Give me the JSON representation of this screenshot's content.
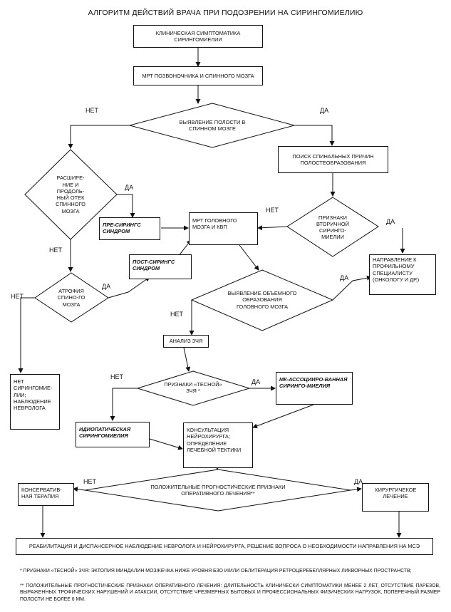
{
  "title": "АЛГОРИТМ ДЕЙСТВИЙ ВРАЧА ПРИ ПОДОЗРЕНИИ НА СИРИНГОМИЕЛИЮ",
  "nodes": {
    "clinical": "КЛИНИЧЕСКАЯ СИМПТОМАТИКА СИРИНГОМИЕЛИИ",
    "mri_spine": "МРТ ПОЗВОНОЧНИКА И СПИННОГО МОЗГА",
    "cavity": "ВЫЯВЛЕНИЕ ПОЛОСТИ В СПИННОМ МОЗГЕ",
    "spinal_causes": "ПОИСК СПИНАЛЬНЫХ ПРИЧИН ПОЛОСТЕОБРАЗОВАНИЯ",
    "edema": "РАСШИРЕ-НИЕ И ПРОДОЛЬ-НЫЙ ОТЕК СПИННОГО МОЗГА",
    "pre_syrinx": "ПРЕ-СИРИНГС СИНДРОМ",
    "mri_brain": "МРТ ГОЛОВНОГО МОЗГА И КВП",
    "secondary": "ПРИЗНАКИ ВТОРИЧНОЙ СИРИНГО-МИЕЛИИ",
    "post_syrinx": "ПОСТ-СИРИНГС СИНДРОМ",
    "atrophy": "АТРОФИЯ СПИНО-ГО МОЗГА",
    "referral": "НАПРАВЛЕНИЕ К ПРОФИЛЬНОМУ СПЕЦИАЛИСТУ (ОНКОЛОГУ И ДР.)",
    "mass": "ВЫЯВЛЕНИЕ ОБЪЕМНОГО ОБРАЗОВАНИЯ ГОЛОВНОГО МОЗГА",
    "csf_analysis": "АНАЛИЗ ЗЧЯ",
    "no_syrinx": "НЕТ СИРИНГОМИЕ-ЛИИ; НАБЛЮДЕНИЕ НЕВРОЛОГА",
    "tight": "ПРИЗНАКИ «ТЕСНОЙ» ЗЧЯ *",
    "mk_assoc": "МК-АССОЦИИРО-ВАННАЯ СИРИНГО-МИЕЛИЯ",
    "idiopathic": "ИДИОПАТИЧЕСКАЯ СИРИНГОМИЕЛИЯ",
    "consult": "КОНСУЛЬТАЦИЯ НЕЙРОХИРУРГА; ОПРЕДЕЛЕНИЕ ЛЕЧЕБНОЙ ТЕКТИКИ",
    "conservative": "КОНСЕРВАТИВ-НАЯ ТЕРАПИЯ",
    "prognostic": "ПОЛОЖИТЕЛЬНЫЕ ПРОГНОСТИЧЕСКИЕ ПРИЗНАКИ ОПЕРАТИВНОГО ЛЕЧЕНИЯ**",
    "surgical": "ХИРУРГИЧЕКОЕ ЛЕЧЕНИЕ",
    "rehab": "РЕАБИЛИТАЦИЯ И ДИСПАНСЕРНОЕ НАБЛЮДЕНИЕ НЕВРОЛОГА И НЕЙРОХИРУРГА, РЕШЕНИЕ ВОПРОСА О НЕОБХОДИМОСТИ НАПРАВЛЕНИЯ НА МСЭ"
  },
  "labels": {
    "yes": "ДА",
    "no": "НЕТ"
  },
  "footnotes": {
    "note1": "* ПРИЗНАКИ «ТЕСНОЙ» ЗЧЯ: ЭКТОПИЯ МИНДАЛИН МОЗЖЕЧКА НИЖЕ УРОВНЯ БЗО И/ИЛИ ОБЛИТЕРАЦИЯ РЕТРОЦЕРЕБЕЛЛЯРНЫХ ЛИКВОРНЫХ ПРОСТРАНСТВ;",
    "note2": "** ПОЛОЖИТЕЛЬНЫЕ ПРОГНОСТИЧЕСКИЕ ПРИЗНАКИ ОПЕРАТИВНОГО ЛЕЧЕНИЯ: ДЛИТЕЛЬНОСТЬ КЛИНИЧЕСКИ СИМПТОМАТИКИ МЕНЕЕ 2 ЛЕТ, ОТСУТСТВИЕ ПАРЕЗОВ, ВЫРАЖЕННЫХ ТРОФИЧЕСКИХ НАРУШЕНИЙ И АТАКСИИ, ОТСУТСТВИЕ ЧРЕЗМЕРНЫХ БЫТОВЫХ И ПРОФЕССИОНАЛЬНЫХ ФИЗИЧЕСКИХ НАГРУЗОК, ПОПЕРЕЧНЫЙ РАЗМЕР ПОЛОСТИ НЕ БОЛЕЕ 6 ММ."
  }
}
